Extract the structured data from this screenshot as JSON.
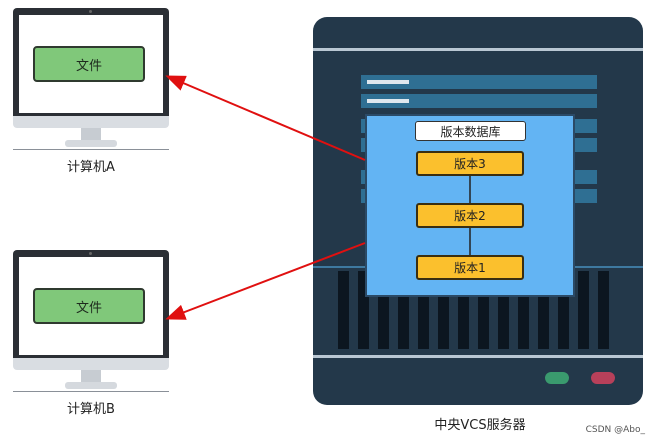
{
  "computer_a": {
    "file_label": "文件",
    "caption": "计算机A"
  },
  "computer_b": {
    "file_label": "文件",
    "caption": "计算机B"
  },
  "server": {
    "caption": "中央VCS服务器",
    "database": {
      "title": "版本数据库",
      "versions": [
        "版本3",
        "版本2",
        "版本1"
      ]
    },
    "leds": [
      "#3a9a6e",
      "#b7405a"
    ]
  },
  "arrow_color": "#e01010",
  "watermark": "CSDN @Abo_"
}
